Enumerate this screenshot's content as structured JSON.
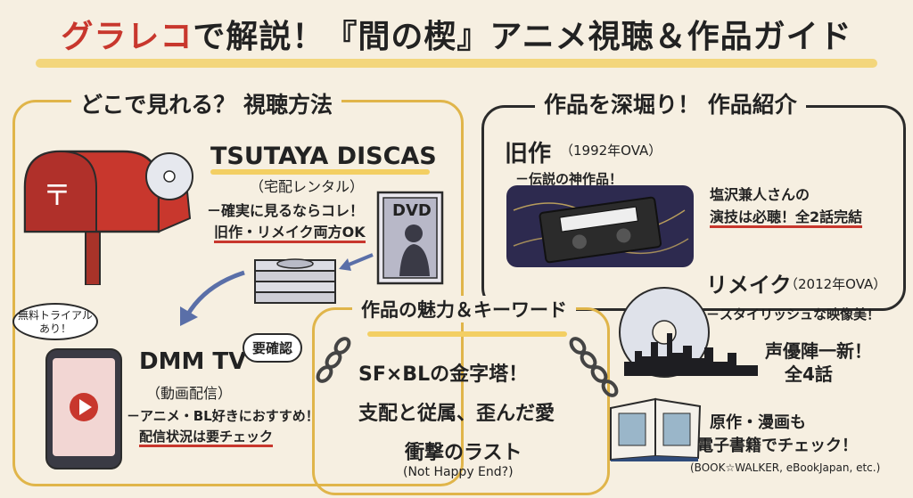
{
  "title": {
    "part1": "グラレコ",
    "part2": "で解説！『間の楔』アニメ視聴＆作品ガイド"
  },
  "left": {
    "heading": "どこで見れる？ 視聴方法",
    "tsutaya": {
      "name": "TSUTAYA DISCAS",
      "sub": "（宅配レンタル）",
      "line1": "－確実に見るならコレ！",
      "line2": "旧作・リメイク両方OK",
      "dvd_label": "DVD"
    },
    "dmm": {
      "name": "DMM TV",
      "sub": "（動画配信）",
      "badge": "要確認",
      "trial_line1": "無料トライアル",
      "trial_line2": "あり！",
      "line1": "－アニメ・BL好きにおすすめ！",
      "line2": "配信状況は要チェック"
    }
  },
  "right": {
    "heading": "作品を深堀り！ 作品紹介",
    "old": {
      "name": "旧作",
      "year": "（1992年OVA）",
      "line1": "－伝説の神作品！",
      "note1": "塩沢兼人さんの",
      "note2": "演技は必聴！全2話完結"
    },
    "remake": {
      "name": "リメイク",
      "year": "（2012年OVA）",
      "line1": "－スタイリッシュな映像美！",
      "note1": "声優陣一新！",
      "note2": "全4話"
    }
  },
  "middle": {
    "heading": "作品の魅力＆キーワード",
    "k1": "SF×BLの金字塔！",
    "k2": "支配と従属、歪んだ愛",
    "k3": "衝撃のラスト",
    "k3_sub": "(Not Happy End?)"
  },
  "book": {
    "line1": "原作・漫画も",
    "line2": "電子書籍でチェック！",
    "line3": "(BOOK☆WALKER, eBookJapan, etc.)"
  },
  "colors": {
    "accent_red": "#c8372d",
    "highlight": "#f3cf63",
    "ink": "#2b2b2b"
  },
  "icons": [
    "mailbox-icon",
    "disc-icon",
    "dvd-case-icon",
    "disc-stack-icon",
    "arrow-icon",
    "smartphone-icon",
    "play-icon",
    "vhs-tape-icon",
    "city-skyline-icon",
    "book-icon",
    "chain-icon"
  ]
}
